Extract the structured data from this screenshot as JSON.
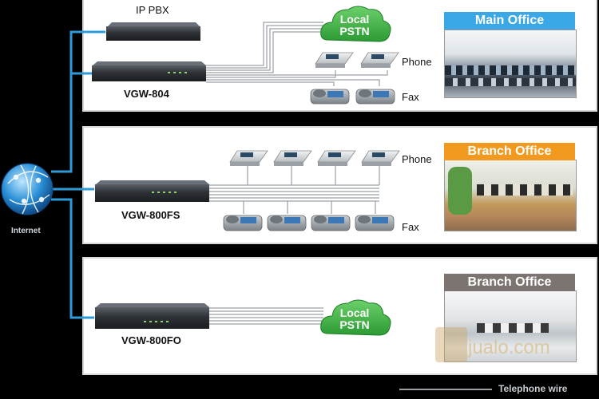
{
  "colors": {
    "main_banner": "#3aa7e6",
    "branch_banner_orange": "#f29a1f",
    "branch_banner_gray": "#7c7470",
    "pstn_green": "#3aa63a",
    "uplink_blue": "#2f9ad8",
    "device_dark": "#2c2f33"
  },
  "panel1": {
    "pbx_label": "IP PBX",
    "device_label": "VGW-804",
    "pstn_line1": "Local",
    "pstn_line2": "PSTN",
    "phone_label": "Phone",
    "fax_label": "Fax",
    "office_label": "Main Office"
  },
  "panel2": {
    "device_label": "VGW-800FS",
    "phone_label": "Phone",
    "fax_label": "Fax",
    "office_label": "Branch Office"
  },
  "panel3": {
    "device_label": "VGW-800FO",
    "pstn_line1": "Local",
    "pstn_line2": "PSTN",
    "office_label": "Branch Office"
  },
  "internet_label": "Internet",
  "watermark": {
    "brand": "jualo.com",
    "caption": "Telephone wire"
  }
}
